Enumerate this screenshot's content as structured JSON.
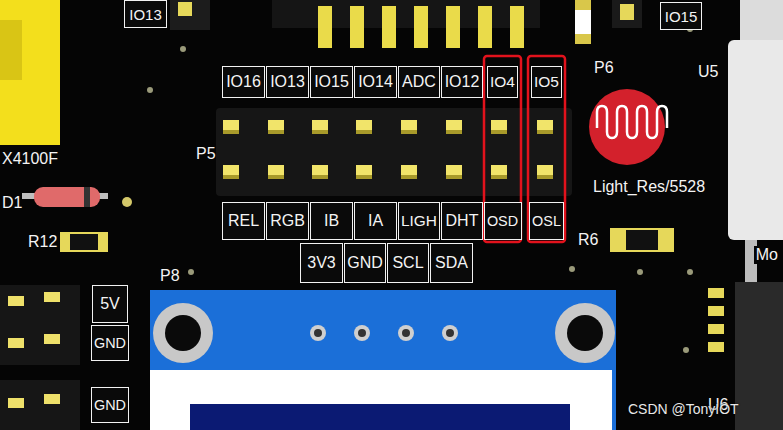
{
  "diagram": {
    "nodes": [
      {
        "text": [
          "IO13"
        ]
      },
      {
        "text": [
          "IO15"
        ]
      },
      {
        "text": [
          "IO16"
        ]
      },
      {
        "text": [
          "IO13"
        ]
      },
      {
        "text": [
          "IO15"
        ]
      },
      {
        "text": [
          "IO14"
        ]
      },
      {
        "text": [
          "ADC"
        ]
      },
      {
        "text": [
          "IO12"
        ]
      },
      {
        "text": [
          "IO4"
        ]
      },
      {
        "text": [
          "IO5"
        ]
      },
      {
        "text": [
          "REL"
        ]
      },
      {
        "text": [
          "RGB"
        ]
      },
      {
        "text": [
          "IB"
        ]
      },
      {
        "text": [
          "IA"
        ]
      },
      {
        "text": [
          "LIGH"
        ]
      },
      {
        "text": [
          "DHT"
        ]
      },
      {
        "text": [
          "OSD"
        ]
      },
      {
        "text": [
          "OSL"
        ]
      },
      {
        "text": [
          "3V3"
        ]
      },
      {
        "text": [
          "GND"
        ]
      },
      {
        "text": [
          "SCL"
        ]
      },
      {
        "text": [
          "SDA"
        ]
      },
      {
        "text": [
          "5V"
        ]
      },
      {
        "text": [
          "GND"
        ]
      },
      {
        "text": [
          "GND"
        ]
      }
    ],
    "labels": [
      "X4100F",
      "D1",
      "R12",
      "P5",
      "P6",
      "U5",
      "Light_Res/5528",
      "R6",
      "Mo",
      "P8",
      "U6",
      "CSDN @TonyIOT"
    ]
  }
}
